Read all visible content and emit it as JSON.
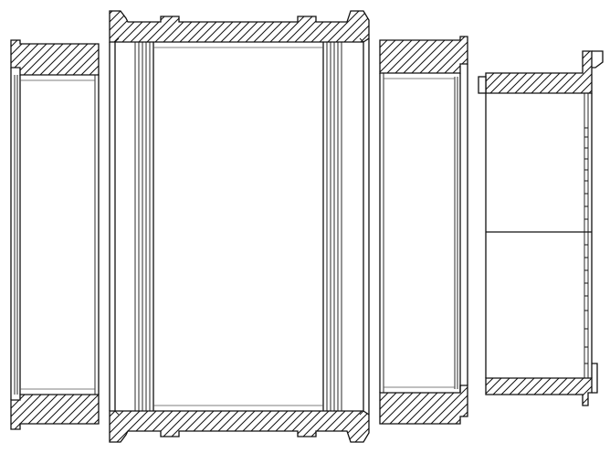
{
  "drawing": {
    "type": "exploded-cross-section",
    "colors": {
      "line": "#111111",
      "background": "#ffffff",
      "hatch": "#111111"
    },
    "parts": [
      {
        "id": "left-ring",
        "icon": "hatched-ring-section"
      },
      {
        "id": "center-body",
        "icon": "hatched-cylinder-section"
      },
      {
        "id": "right-ring",
        "icon": "hatched-ring-section"
      },
      {
        "id": "end-cap",
        "icon": "hatched-flange-section"
      }
    ]
  }
}
